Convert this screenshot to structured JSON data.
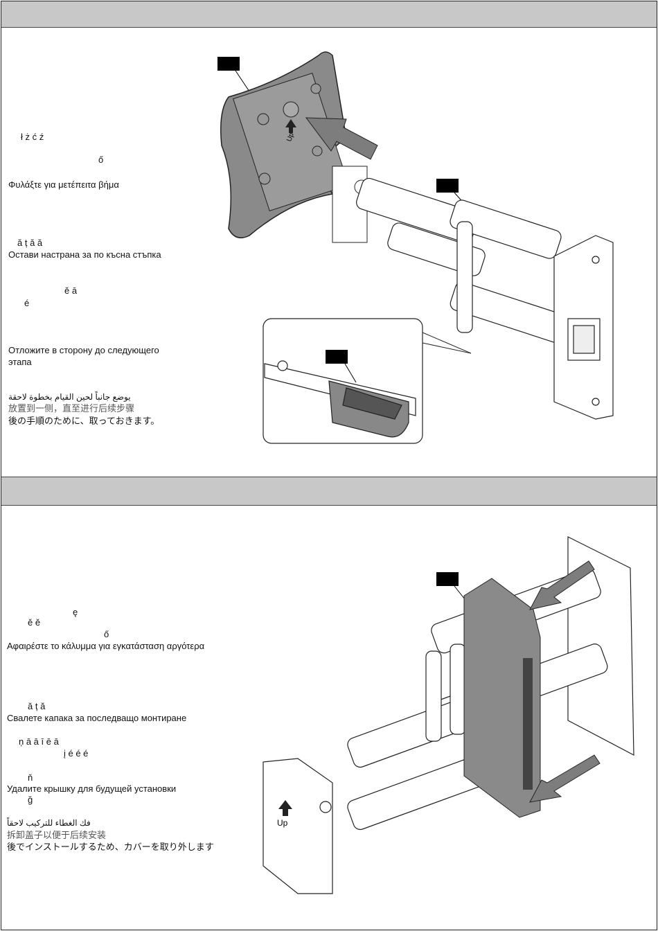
{
  "section1": {
    "frag_pl": "ł ż ć          ź",
    "frag_hu": "ő",
    "greek": "Φυλάξτε για μετέπειτα βήμα",
    "frag_ro": "ă     ț                        ă               ă",
    "bulgarian": "Остави настрана за по късна стъпка",
    "frag_cz1": "ě ā",
    "frag_cz2": "é",
    "russian_1": "Отложите в сторону до следующего",
    "russian_2": "этапа",
    "arabic": "يوضع جانباً لحين القيام بخطوة لاحقة",
    "chinese": "放置到一侧，直至进行后续步骤",
    "japanese": "後の手順のために、取っておきます。"
  },
  "section2": {
    "frag_lt": "ę",
    "frag_cz": "ě                              ě",
    "frag_hu": "ő",
    "greek": "Αφαιρέστε το κάλυμμα για εγκατάσταση αργότερα",
    "frag_ro": "ă     ț                                                                    ă",
    "bulgarian": "Свалете капака за последващо монтиране",
    "frag_lv1": "ņ             ā                ā  ī        ē ā",
    "frag_lv2": "į              é      é                         é",
    "frag_sk": "ň",
    "russian": "Удалите крышку для будущей установки",
    "frag_tr": "ğ",
    "arabic": "فك الغطاء للتركيب لاحقاً",
    "chinese": "拆卸盖子以便于后续安装",
    "japanese": "後でインストールするため、カバーを取り外します"
  },
  "diagram1": {
    "arrow_label": "Up"
  },
  "diagram2": {
    "arrow_label": "Up"
  }
}
